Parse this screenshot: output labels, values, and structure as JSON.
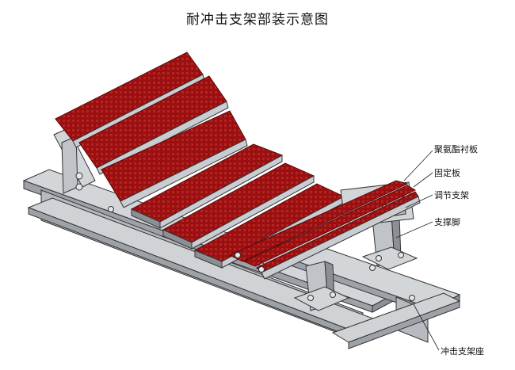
{
  "title": "耐冲击支架部装示意图",
  "labels": {
    "liner": "聚氨酯衬板",
    "plate": "固定板",
    "adjust": "调节支架",
    "leg": "支撑脚",
    "base": "冲击支架座"
  },
  "colors": {
    "liner_red": "#9a1010",
    "liner_dark": "#5e0808",
    "liner_dot": "#c23a3a",
    "steel": "#c9ccd0",
    "steel_dark": "#8c9096",
    "steel_light": "#e6e8ea",
    "outline": "#333333"
  }
}
